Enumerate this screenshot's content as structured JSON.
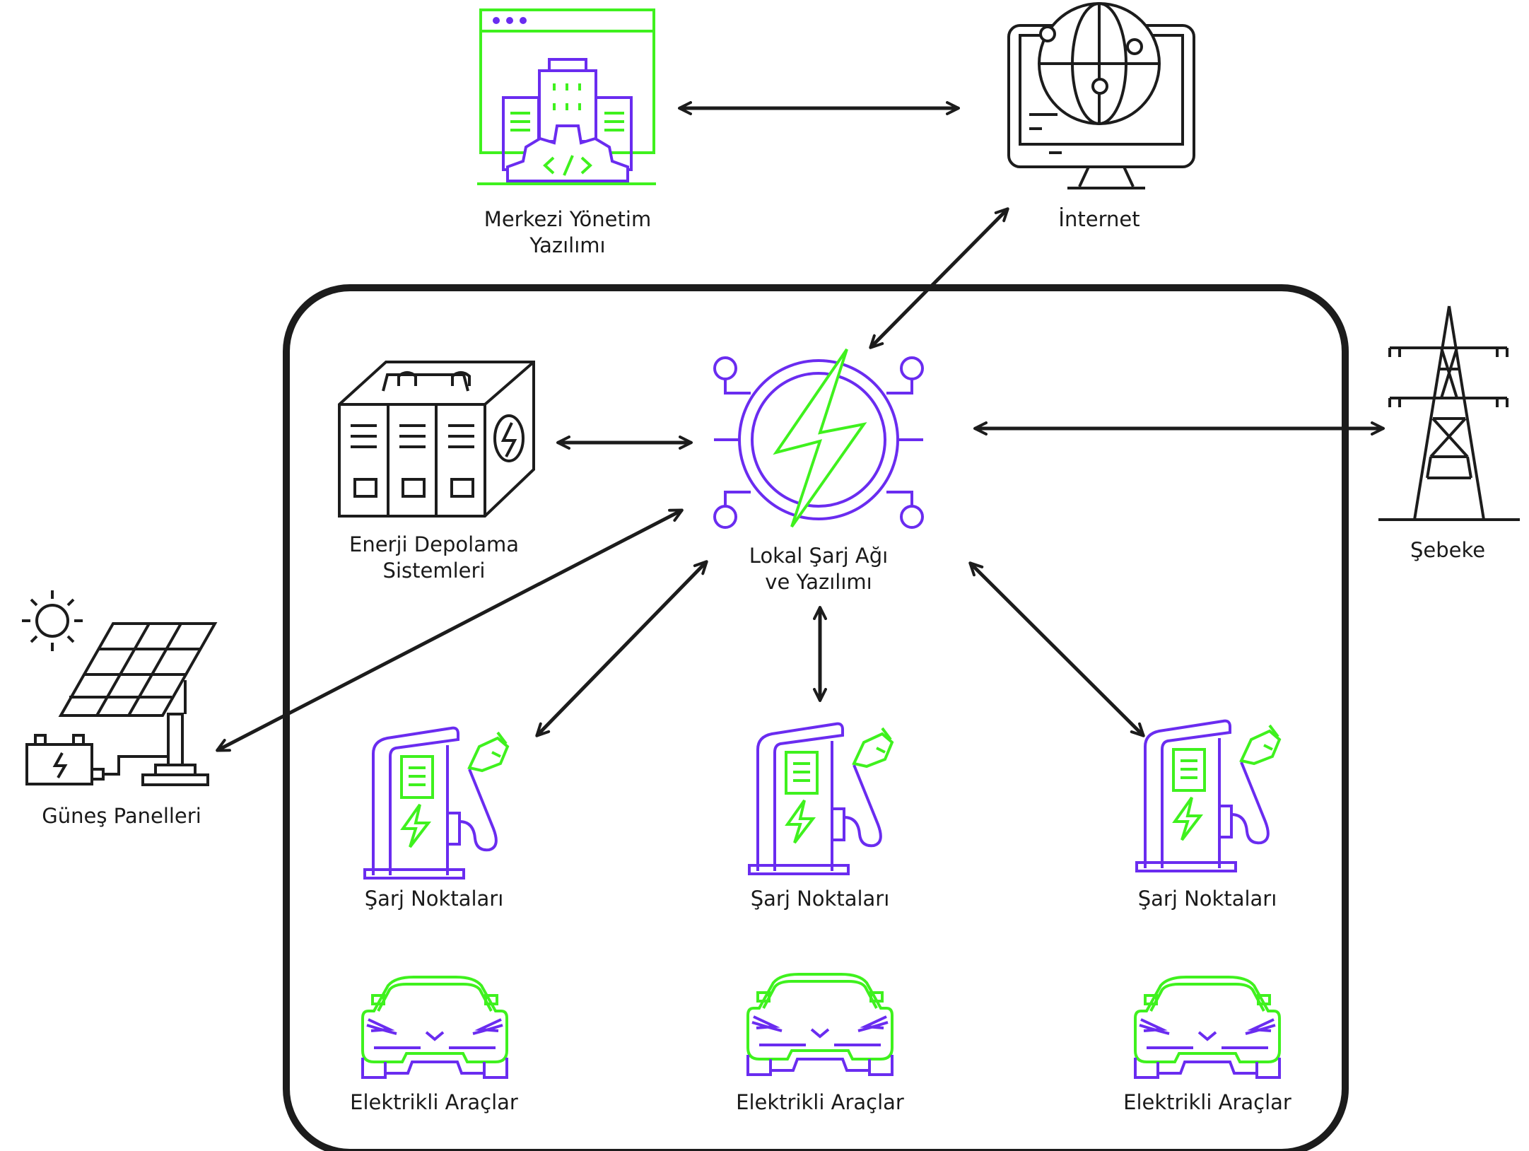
{
  "colors": {
    "purple": "#6a2cf0",
    "green": "#3ff11e",
    "black": "#1c1c1c"
  },
  "labels": {
    "central_software": [
      "Merkezi Yönetim",
      "Yazılımı"
    ],
    "internet": "İnternet",
    "energy_storage": [
      "Enerji Depolama",
      "Sistemleri"
    ],
    "local_network": [
      "Lokal Şarj Ağı",
      "ve Yazılımı"
    ],
    "grid": "Şebeke",
    "solar": "Güneş Panelleri",
    "charging_points": [
      "Şarj Noktaları",
      "Şarj Noktaları",
      "Şarj Noktaları"
    ],
    "electric_vehicles": [
      "Elektrikli Araçlar",
      "Elektrikli Araçlar",
      "Elektrikli Araçlar"
    ]
  },
  "icons": {
    "central_software": "building-gear-code-icon",
    "internet": "globe-monitor-icon",
    "energy_storage": "battery-cabinet-icon",
    "local_network": "lightning-circuit-icon",
    "grid": "transmission-tower-icon",
    "solar": "solar-panel-icon",
    "charger": "ev-charger-icon",
    "vehicle": "electric-car-icon"
  }
}
